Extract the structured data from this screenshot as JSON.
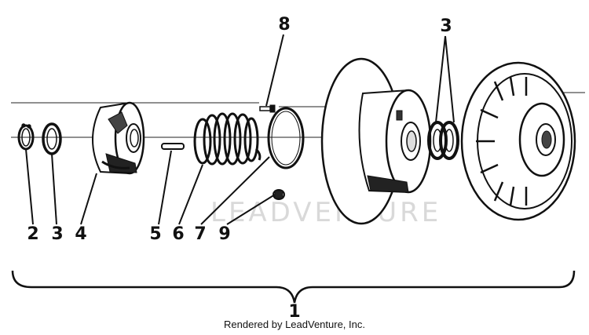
{
  "diagram": {
    "callouts": {
      "c1": "1",
      "c2": "2",
      "c3a": "3",
      "c3b": "3",
      "c4": "4",
      "c5": "5",
      "c6": "6",
      "c7": "7",
      "c8": "8",
      "c9": "9"
    },
    "watermark": "LEADVENTURE",
    "credit": "Rendered by LeadVenture, Inc."
  }
}
